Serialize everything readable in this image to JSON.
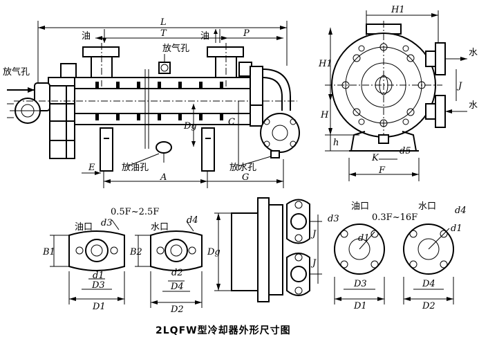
{
  "caption": "2LQFW型冷却器外形尺寸图",
  "labels": {
    "L": "L",
    "T": "T",
    "P": "P",
    "H1": "H1",
    "H": "H",
    "h": "h",
    "Dg": "Dg",
    "C": "C",
    "E": "E",
    "A": "A",
    "G": "G",
    "K": "K",
    "F": "F",
    "d5": "d5",
    "B1": "B1",
    "B2": "B2",
    "J": "J",
    "d1": "d1",
    "d2": "d2",
    "d3": "d3",
    "d4": "d4",
    "D1": "D1",
    "D2": "D2",
    "D3": "D3",
    "D4": "D4"
  },
  "callouts": {
    "oil": "油",
    "vent_top": "放气孔",
    "vent_left": "放气孔",
    "oil_drain": "放油孔",
    "water_drain": "放水孔",
    "water_right_top": "水",
    "water_right_bottom": "水",
    "oil_port": "油口",
    "water_port": "水口",
    "oil_port_round": "油口",
    "water_port_round": "水口",
    "range_small": "0.5F~2.5F",
    "range_large": "0.3F~16F"
  }
}
